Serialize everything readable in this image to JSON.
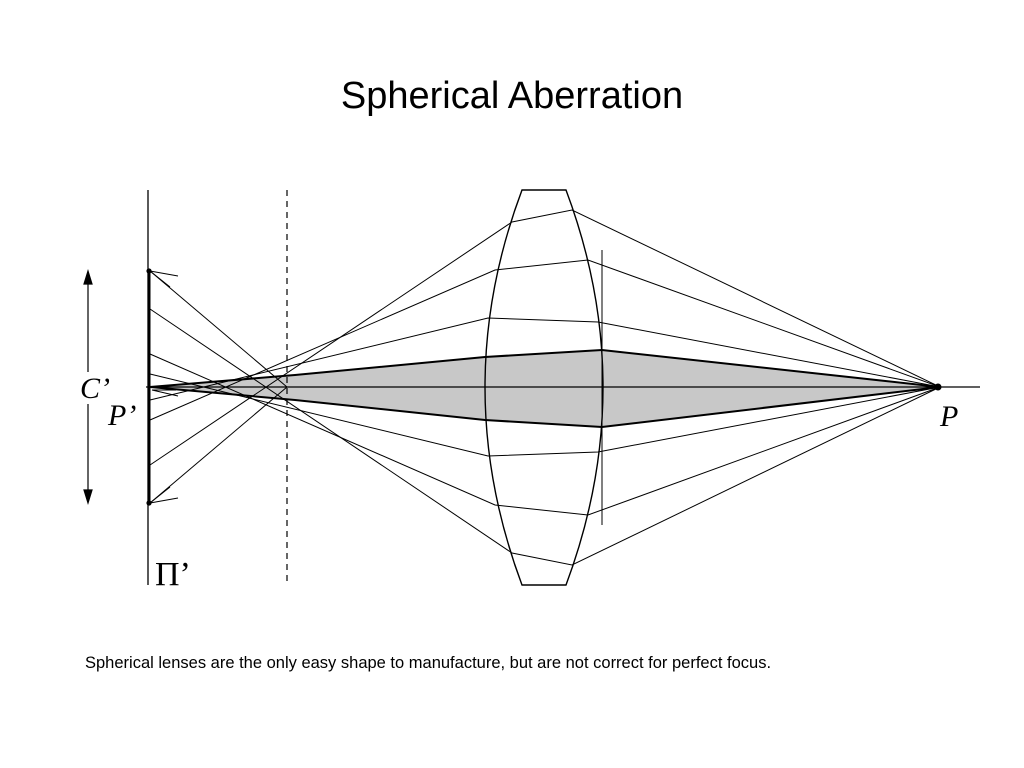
{
  "slide": {
    "title": "Spherical Aberration",
    "caption": "Spherical lenses are the only easy shape to manufacture, but are not correct for perfect focus."
  },
  "diagram": {
    "labels": {
      "circle_of_confusion": "C’",
      "image_point": "P’",
      "object_point": "P",
      "image_plane": "Π’"
    },
    "colors": {
      "ink": "#000000",
      "shaded_cone": "#c8c8c8",
      "background": "#ffffff"
    }
  }
}
